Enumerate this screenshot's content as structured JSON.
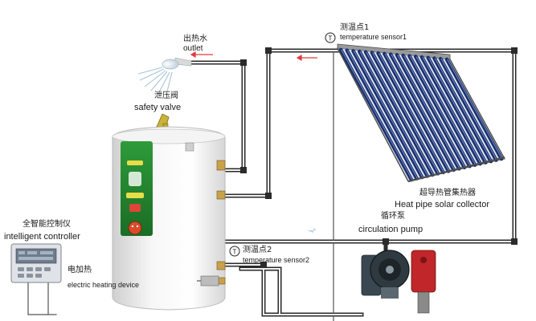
{
  "labels": {
    "outlet_cn": "出热水",
    "outlet_en": "outlet",
    "safety_valve_cn": "泄压阀",
    "safety_valve_en": "safety valve",
    "sensor1_cn": "测温点1",
    "sensor1_en": "temperature sensor1",
    "collector_cn": "超导热管集热器",
    "collector_en": "Heat pipe solar collector",
    "pump_cn": "循环泵",
    "pump_en": "circulation pump",
    "sensor2_cn": "测温点2",
    "sensor2_en": "temperature sensor2",
    "controller_cn": "全智能控制仪",
    "controller_en": "intelligent controller",
    "heater_cn": "电加热",
    "heater_en": "electric heating device",
    "sensor_symbol": "T"
  },
  "colors": {
    "pipe": "#2b2b2b",
    "pipe_highlight": "#f2f2f2",
    "flow_arrow": "#e23a3a",
    "tank": "#eeeeee",
    "tank_label": "#1f8a2e",
    "collector_tube": "#1c2f6b",
    "pump_body": "#2f3a40",
    "pump_red": "#c0262a"
  },
  "icons": {
    "shower": "shower-head-icon",
    "sensor": "temperature-sensor-icon",
    "pump": "circulation-pump-icon",
    "controller": "controller-panel-icon"
  }
}
